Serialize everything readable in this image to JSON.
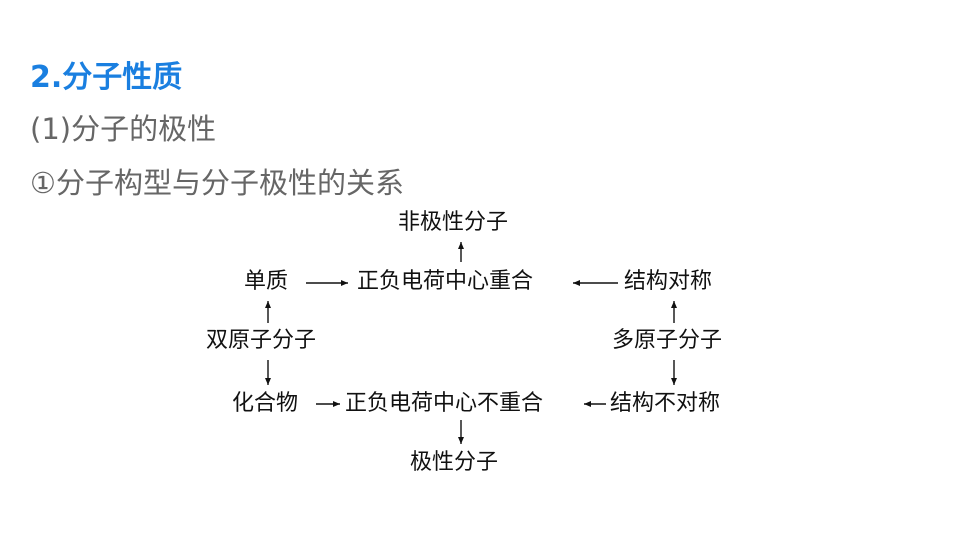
{
  "heading": "2.分子性质",
  "subheading": "(1)分子的极性",
  "point": "①分子构型与分子极性的关系",
  "diagram": {
    "nonpolar_molecule": "非极性分子",
    "simple_substance": "单质",
    "charge_center_coincide": "正负电荷中心重合",
    "structure_symmetric": "结构对称",
    "diatomic_molecule": "双原子分子",
    "polyatomic_molecule": "多原子分子",
    "compound": "化合物",
    "charge_center_not_coincide": "正负电荷中心不重合",
    "structure_asymmetric": "结构不对称",
    "polar_molecule": "极性分子"
  }
}
